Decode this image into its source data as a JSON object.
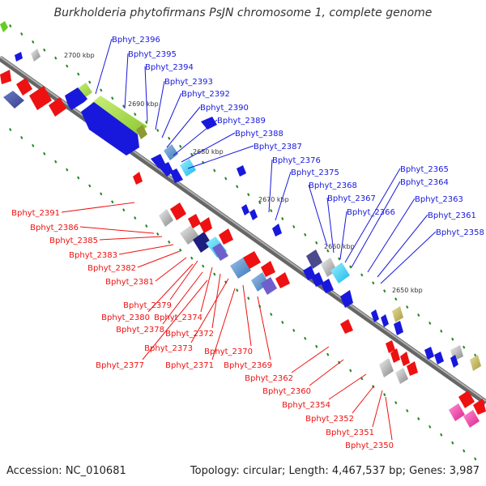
{
  "title": "Burkholderia phytofirmans PsJN chromosome 1, complete genome",
  "footer": {
    "accession": "Accession: NC_010681",
    "stats": "Topology: circular; Length: 4,467,537 bp; Genes: 3,987"
  },
  "colors": {
    "forward": "#1818dd",
    "reverse": "#ee1111",
    "backbone": "#888888",
    "tick": "#228822"
  },
  "position_labels": [
    "2700 kbp",
    "2690 kbp",
    "2680 kbp",
    "2670 kbp",
    "2660 kbp",
    "2650 kbp"
  ],
  "forward_genes": [
    "Bphyt_2396",
    "Bphyt_2395",
    "Bphyt_2394",
    "Bphyt_2393",
    "Bphyt_2392",
    "Bphyt_2390",
    "Bphyt_2389",
    "Bphyt_2388",
    "Bphyt_2387",
    "Bphyt_2376",
    "Bphyt_2375",
    "Bphyt_2368",
    "Bphyt_2367",
    "Bphyt_2366",
    "Bphyt_2365",
    "Bphyt_2364",
    "Bphyt_2363",
    "Bphyt_2361",
    "Bphyt_2358"
  ],
  "reverse_genes_left": [
    "Bphyt_2391",
    "Bphyt_2386",
    "Bphyt_2385",
    "Bphyt_2383",
    "Bphyt_2382",
    "Bphyt_2381"
  ],
  "reverse_genes_bottom": [
    "Bphyt_2379",
    "Bphyt_2380",
    "Bphyt_2374",
    "Bphyt_2378",
    "Bphyt_2372",
    "Bphyt_2373",
    "Bphyt_2370",
    "Bphyt_2377",
    "Bphyt_2371",
    "Bphyt_2369",
    "Bphyt_2362",
    "Bphyt_2360",
    "Bphyt_2354",
    "Bphyt_2352",
    "Bphyt_2351",
    "Bphyt_2350"
  ]
}
